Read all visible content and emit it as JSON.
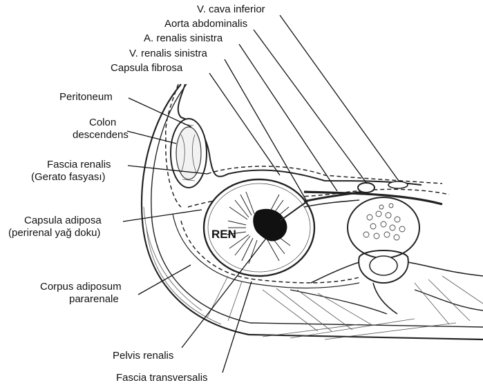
{
  "labels": {
    "v_cava_inferior": "V. cava inferior",
    "aorta_abdominalis": "Aorta abdominalis",
    "a_renalis_sinistra": "A. renalis sinistra",
    "v_renalis_sinistra": "V. renalis sinistra",
    "capsula_fibrosa": "Capsula fibrosa",
    "peritoneum": "Peritoneum",
    "colon_line1": "Colon",
    "colon_line2": "descendens",
    "fascia_renalis_line1": "Fascia renalis",
    "fascia_renalis_line2": "(Gerato fasyası)",
    "capsula_adiposa_line1": "Capsula adiposa",
    "capsula_adiposa_line2": "(perirenal yağ doku)",
    "corpus_adiposum_line1": "Corpus adiposum",
    "corpus_adiposum_line2": "pararenale",
    "pelvis_renalis": "Pelvis renalis",
    "fascia_transversalis": "Fascia transversalis",
    "ren": "REN"
  }
}
